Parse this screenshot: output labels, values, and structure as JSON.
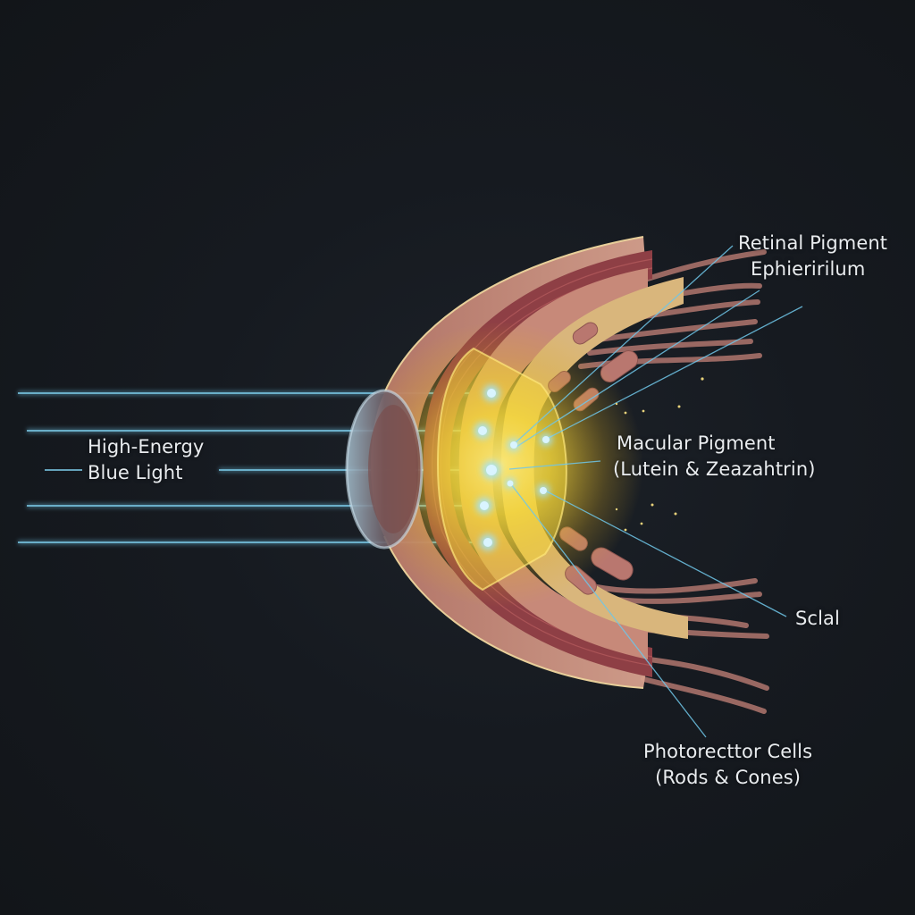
{
  "diagram": {
    "subject": "Eye cross-section showing blue light filtering by macular pigment",
    "labels": {
      "retinal_pigment": {
        "line1": "Retinal Pigment",
        "line2": "Ephieririlum"
      },
      "macular_pigment": {
        "line1": "Macular Pigment",
        "line2": "(Lutein & Zeazahtrin)"
      },
      "blue_light": {
        "line1": "High-Energy",
        "line2": "Blue Light"
      },
      "sclera": {
        "line1": "Sclal"
      },
      "photoreceptor": {
        "line1": "Photorecttor Cells",
        "line2": "(Rods & Cones)"
      }
    },
    "colors": {
      "background": "#15181d",
      "light_ray": "#6fc6e8",
      "macular_glow": "#f5d63a",
      "sclera_tissue": "#c98f80",
      "muscle_layer": "#8e3f45",
      "rpe_layer": "#d9b67c",
      "label_text": "#e9ecef"
    },
    "light_rays_count": 5
  }
}
